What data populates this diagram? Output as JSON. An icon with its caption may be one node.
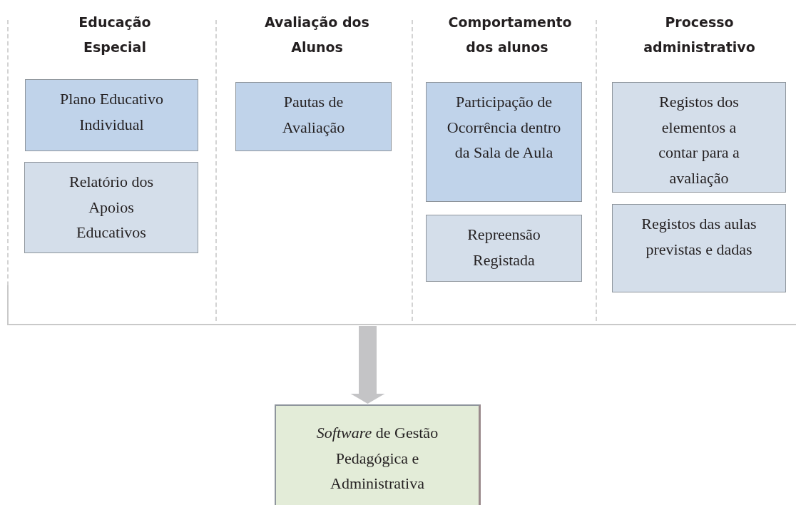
{
  "diagram": {
    "nodes": [
      {
        "text": [],
        "shape": "box"
      },
      {
        "text": [
          "Educação Especial"
        ],
        "in": 0
      },
      {
        "text": [
          "Plano Educativo Individual"
        ],
        "in": 1
      },
      {
        "text": [
          "Relatório dos Apoios Educativos"
        ],
        "in": 1
      },
      {
        "text": [
          "Avaliação dos Alunos"
        ],
        "in": 0
      },
      {
        "text": [
          "Pautas de Avaliação"
        ],
        "in": 4
      },
      {
        "text": [
          "Comportamento dos alunos"
        ],
        "in": 0
      },
      {
        "text": [
          "Participação de Ocorrência dentro da Sala de Aula"
        ],
        "in": 6
      },
      {
        "text": [
          "Repreensão Registada"
        ],
        "in": 6
      },
      {
        "text": [
          "Processo administrativo"
        ],
        "in": 0
      },
      {
        "text": [
          "Registos dos elementos a contar para a avaliação"
        ],
        "in": 9
      },
      {
        "text": [
          "Registos das aulas previstas e dadas"
        ],
        "in": 9
      },
      {
        "text": [
          "*Software* de Gestão Pedagógica e Administrativa"
        ]
      }
    ],
    "edges": [
      {
        "from": 0,
        "to": 12,
        "arrow": "to",
        "style": "thick"
      }
    ]
  }
}
